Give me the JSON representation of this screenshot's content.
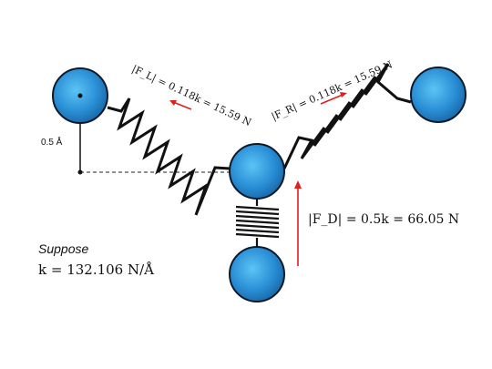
{
  "distance_label": "0.5 Å",
  "suppose_label": "Suppose",
  "k_expression": "k = 132.106 N/Å",
  "left_force_label": "|F_L| = 0.118k = 15.59 N",
  "right_force_label": "|F_R| = 0.118k = 15.59 N",
  "down_force_label": "|F_D| = 0.5k = 66.05 N",
  "colors": {
    "atom": "#2a8fd6",
    "atom_edge": "#0c1a2a",
    "arrow": "#e01f1f",
    "spring": "#111111"
  }
}
